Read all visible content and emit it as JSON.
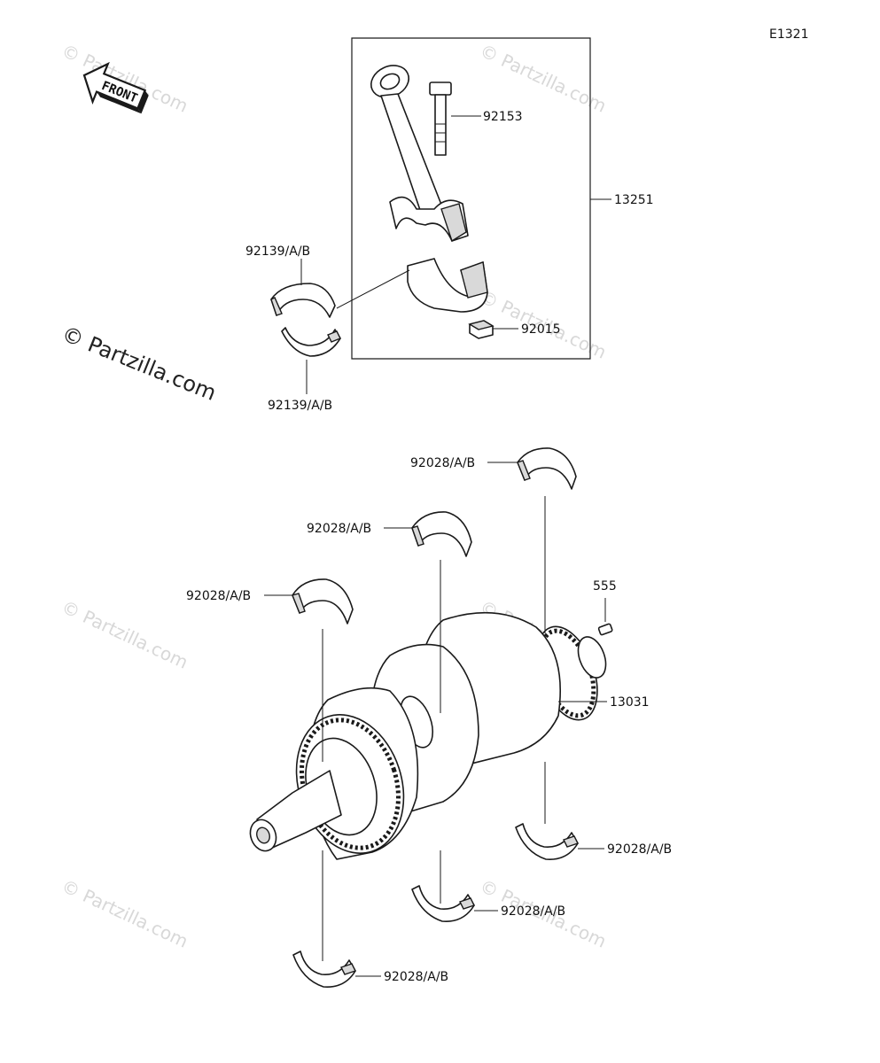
{
  "diagram_code": "E1321",
  "front_label": "FRONT",
  "watermark_text": "© Partzilla.com",
  "parts": {
    "bolt": "92153",
    "conrod_assy": "13251",
    "conrod_bearing_upper": "92139/A/B",
    "conrod_bearing_lower": "92139/A/B",
    "nut": "92015",
    "main_bearing_top_right": "92028/A/B",
    "main_bearing_top_mid": "92028/A/B",
    "main_bearing_top_left": "92028/A/B",
    "pin": "555",
    "crankshaft": "13031",
    "main_bearing_bottom_right": "92028/A/B",
    "main_bearing_bottom_mid": "92028/A/B",
    "main_bearing_bottom_left": "92028/A/B"
  },
  "colors": {
    "line": "#1a1a1a",
    "watermark": "#d8d8d8",
    "background": "#ffffff"
  }
}
